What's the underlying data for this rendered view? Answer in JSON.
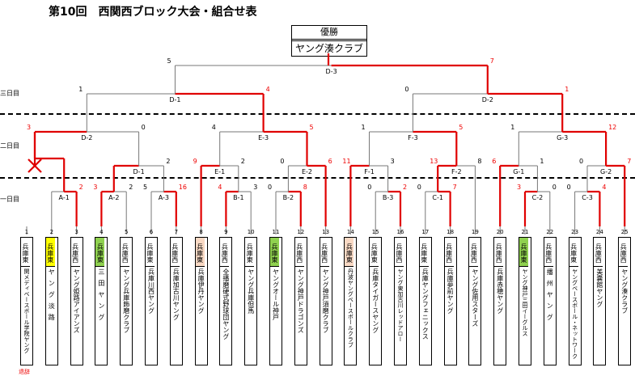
{
  "title": "第10回　西関西ブロック大会・組合せ表",
  "champion": {
    "header": "優勝",
    "name": "ヤング湊クラブ"
  },
  "day_labels": [
    "三日目",
    "二日目",
    "一日目"
  ],
  "withdrawn_note": "退辞",
  "colors": {
    "winner_line": "#e00000",
    "hyogo_east": "#8fd14f",
    "hyogo_east_gold": "#ffff00",
    "hyogo_peach": "#f9d9c4"
  },
  "teams": [
    {
      "seed": "1",
      "pref": "兵庫東",
      "name": "関メディベースボール学院ヤング",
      "fill": ""
    },
    {
      "seed": "2",
      "pref": "兵庫東",
      "name": "ヤング淡路",
      "fill": "gold"
    },
    {
      "seed": "3",
      "pref": "兵庫西",
      "name": "ヤング姫路アイアンズ",
      "fill": ""
    },
    {
      "seed": "4",
      "pref": "兵庫東",
      "name": "三田ヤング",
      "fill": "green"
    },
    {
      "seed": "5",
      "pref": "兵庫西",
      "name": "ヤング兵庫飾磨クラブ",
      "fill": ""
    },
    {
      "seed": "6",
      "pref": "兵庫東",
      "name": "兵庫川西ヤング",
      "fill": ""
    },
    {
      "seed": "7",
      "pref": "兵庫西",
      "name": "兵庫加古川ヤング",
      "fill": ""
    },
    {
      "seed": "8",
      "pref": "兵庫東",
      "name": "兵庫伊丹ヤング",
      "fill": "peach"
    },
    {
      "seed": "9",
      "pref": "兵庫西",
      "name": "全播磨硬式野球団ヤング",
      "fill": ""
    },
    {
      "seed": "10",
      "pref": "兵庫東",
      "name": "ヤング兵庫但馬",
      "fill": ""
    },
    {
      "seed": "11",
      "pref": "兵庫東",
      "name": "ヤングオール神戸",
      "fill": "green"
    },
    {
      "seed": "12",
      "pref": "兵庫西",
      "name": "ヤング神戸ドラゴンズ",
      "fill": ""
    },
    {
      "seed": "13",
      "pref": "兵庫西",
      "name": "ヤング神戸須磨クラブ",
      "fill": ""
    },
    {
      "seed": "14",
      "pref": "兵庫東",
      "name": "丹波ヤングベースボールクラブ",
      "fill": "peach"
    },
    {
      "seed": "15",
      "pref": "兵庫東",
      "name": "兵庫タイガースヤング",
      "fill": ""
    },
    {
      "seed": "16",
      "pref": "兵庫西",
      "name": "ヤング東加古川レッドアロー",
      "fill": ""
    },
    {
      "seed": "17",
      "pref": "兵庫東",
      "name": "兵庫ヤングフェニックス",
      "fill": ""
    },
    {
      "seed": "18",
      "pref": "兵庫西",
      "name": "兵庫夢前ヤング",
      "fill": ""
    },
    {
      "seed": "19",
      "pref": "兵庫西",
      "name": "ヤング佐用スターズ",
      "fill": ""
    },
    {
      "seed": "20",
      "pref": "兵庫西",
      "name": "兵庫赤穂ヤング",
      "fill": ""
    },
    {
      "seed": "21",
      "pref": "兵庫東",
      "name": "ヤング神戸三田イーグルス",
      "fill": "green"
    },
    {
      "seed": "22",
      "pref": "兵庫西",
      "name": "播州ヤング",
      "fill": ""
    },
    {
      "seed": "23",
      "pref": "兵庫東",
      "name": "ヤングベースボール・ネットワーク",
      "fill": ""
    },
    {
      "seed": "24",
      "pref": "兵庫西",
      "name": "美嚢館ヤング",
      "fill": ""
    },
    {
      "seed": "25",
      "pref": "兵庫西",
      "name": "ヤング湊クラブ",
      "fill": ""
    }
  ],
  "matches": [
    {
      "id": "A-1",
      "l": "",
      "r": "2"
    },
    {
      "id": "A-2",
      "l": "3",
      "r": "2"
    },
    {
      "id": "A-3",
      "l": "5",
      "r": "16"
    },
    {
      "id": "B-1",
      "l": "4",
      "r": "3"
    },
    {
      "id": "B-2",
      "l": "0",
      "r": "8"
    },
    {
      "id": "B-3",
      "l": "0",
      "r": "2"
    },
    {
      "id": "C-1",
      "l": "0",
      "r": "7"
    },
    {
      "id": "C-2",
      "l": "3",
      "r": "0"
    },
    {
      "id": "C-3",
      "l": "0",
      "r": "4"
    },
    {
      "id": "D-1",
      "l": "",
      "r": "2"
    },
    {
      "id": "E-1",
      "l": "9",
      "r": "2"
    },
    {
      "id": "E-2",
      "l": "0",
      "r": "6"
    },
    {
      "id": "F-1",
      "l": "11",
      "r": "3"
    },
    {
      "id": "F-2",
      "l": "13",
      "r": "8"
    },
    {
      "id": "G-1",
      "l": "6",
      "r": "1"
    },
    {
      "id": "G-2",
      "l": "0",
      "r": "7"
    },
    {
      "id": "D-2",
      "l": "3",
      "r": "0"
    },
    {
      "id": "E-3",
      "l": "4",
      "r": "5"
    },
    {
      "id": "F-3",
      "l": "1",
      "r": "5"
    },
    {
      "id": "G-3",
      "l": "1",
      "r": "12"
    },
    {
      "id": "D-1b",
      "label": "D-1",
      "l": "1",
      "r": "4"
    },
    {
      "id": "D-2b",
      "label": "D-2",
      "l": "0",
      "r": "1"
    },
    {
      "id": "D-3",
      "l": "5",
      "r": "7"
    }
  ]
}
